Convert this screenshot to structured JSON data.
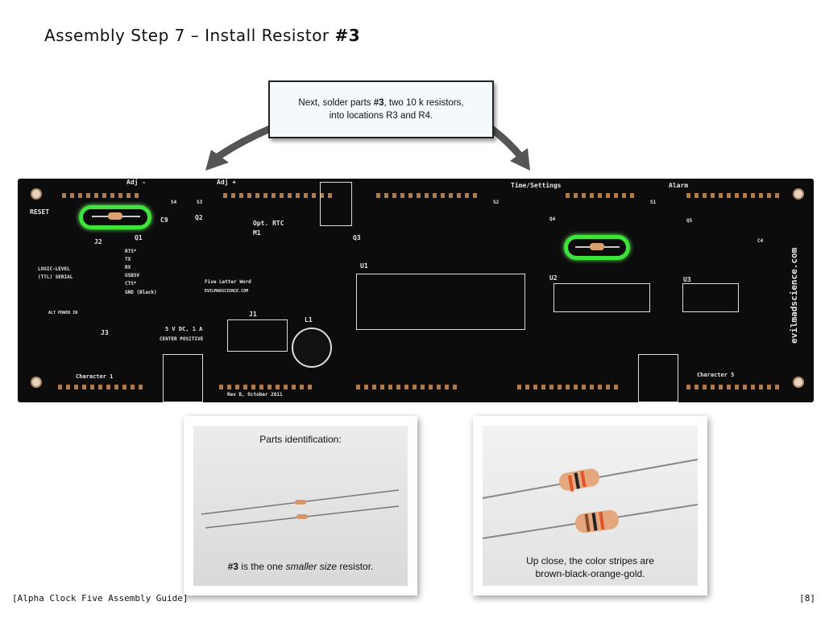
{
  "slide": {
    "title_prefix": "Assembly Step 7 – Install Resistor ",
    "title_bold": "#3"
  },
  "callout": {
    "text_before": "Next, solder parts ",
    "text_bold": "#3",
    "text_after": ", two 10 k resistors,",
    "line2": "into locations R3 and R4."
  },
  "pcb": {
    "labels": [
      "RESET",
      "Adj -",
      "Adj +",
      "S4",
      "S3",
      "C9",
      "Q2",
      "Q1",
      "J2",
      "RTS*",
      "TX",
      "RX",
      "USB5V",
      "CTS*",
      "GND (Black)",
      "LOGIC-LEVEL",
      "(TTL) SERIAL",
      "ALT POWER IN",
      "J3",
      "5 V DC, 1 A",
      "CENTER POSITIVE",
      "Character 1",
      "Opt. RTC",
      "M1",
      "Five Letter Word",
      "EVILMADSCIENCE.COM",
      "J1",
      "L1",
      "Q3",
      "U1",
      "Time/Settings",
      "S2",
      "Q4",
      "U2",
      "Alarm",
      "S1",
      "Q5",
      "U3",
      "C4",
      "Character 5",
      "Rev B, October 2011",
      "evilmadscience.com"
    ],
    "highlight_color": "#3fe33a"
  },
  "photo_left": {
    "heading": "Parts identification:",
    "caption_bold": "#3",
    "caption_mid": " is the one ",
    "caption_italic": "smaller size",
    "caption_end": " resistor."
  },
  "photo_right": {
    "line1": "Up close, the color stripes are",
    "line2": "brown-black-orange-gold."
  },
  "footer": {
    "left": "[Alpha Clock Five Assembly Guide]",
    "right": "[8]"
  }
}
